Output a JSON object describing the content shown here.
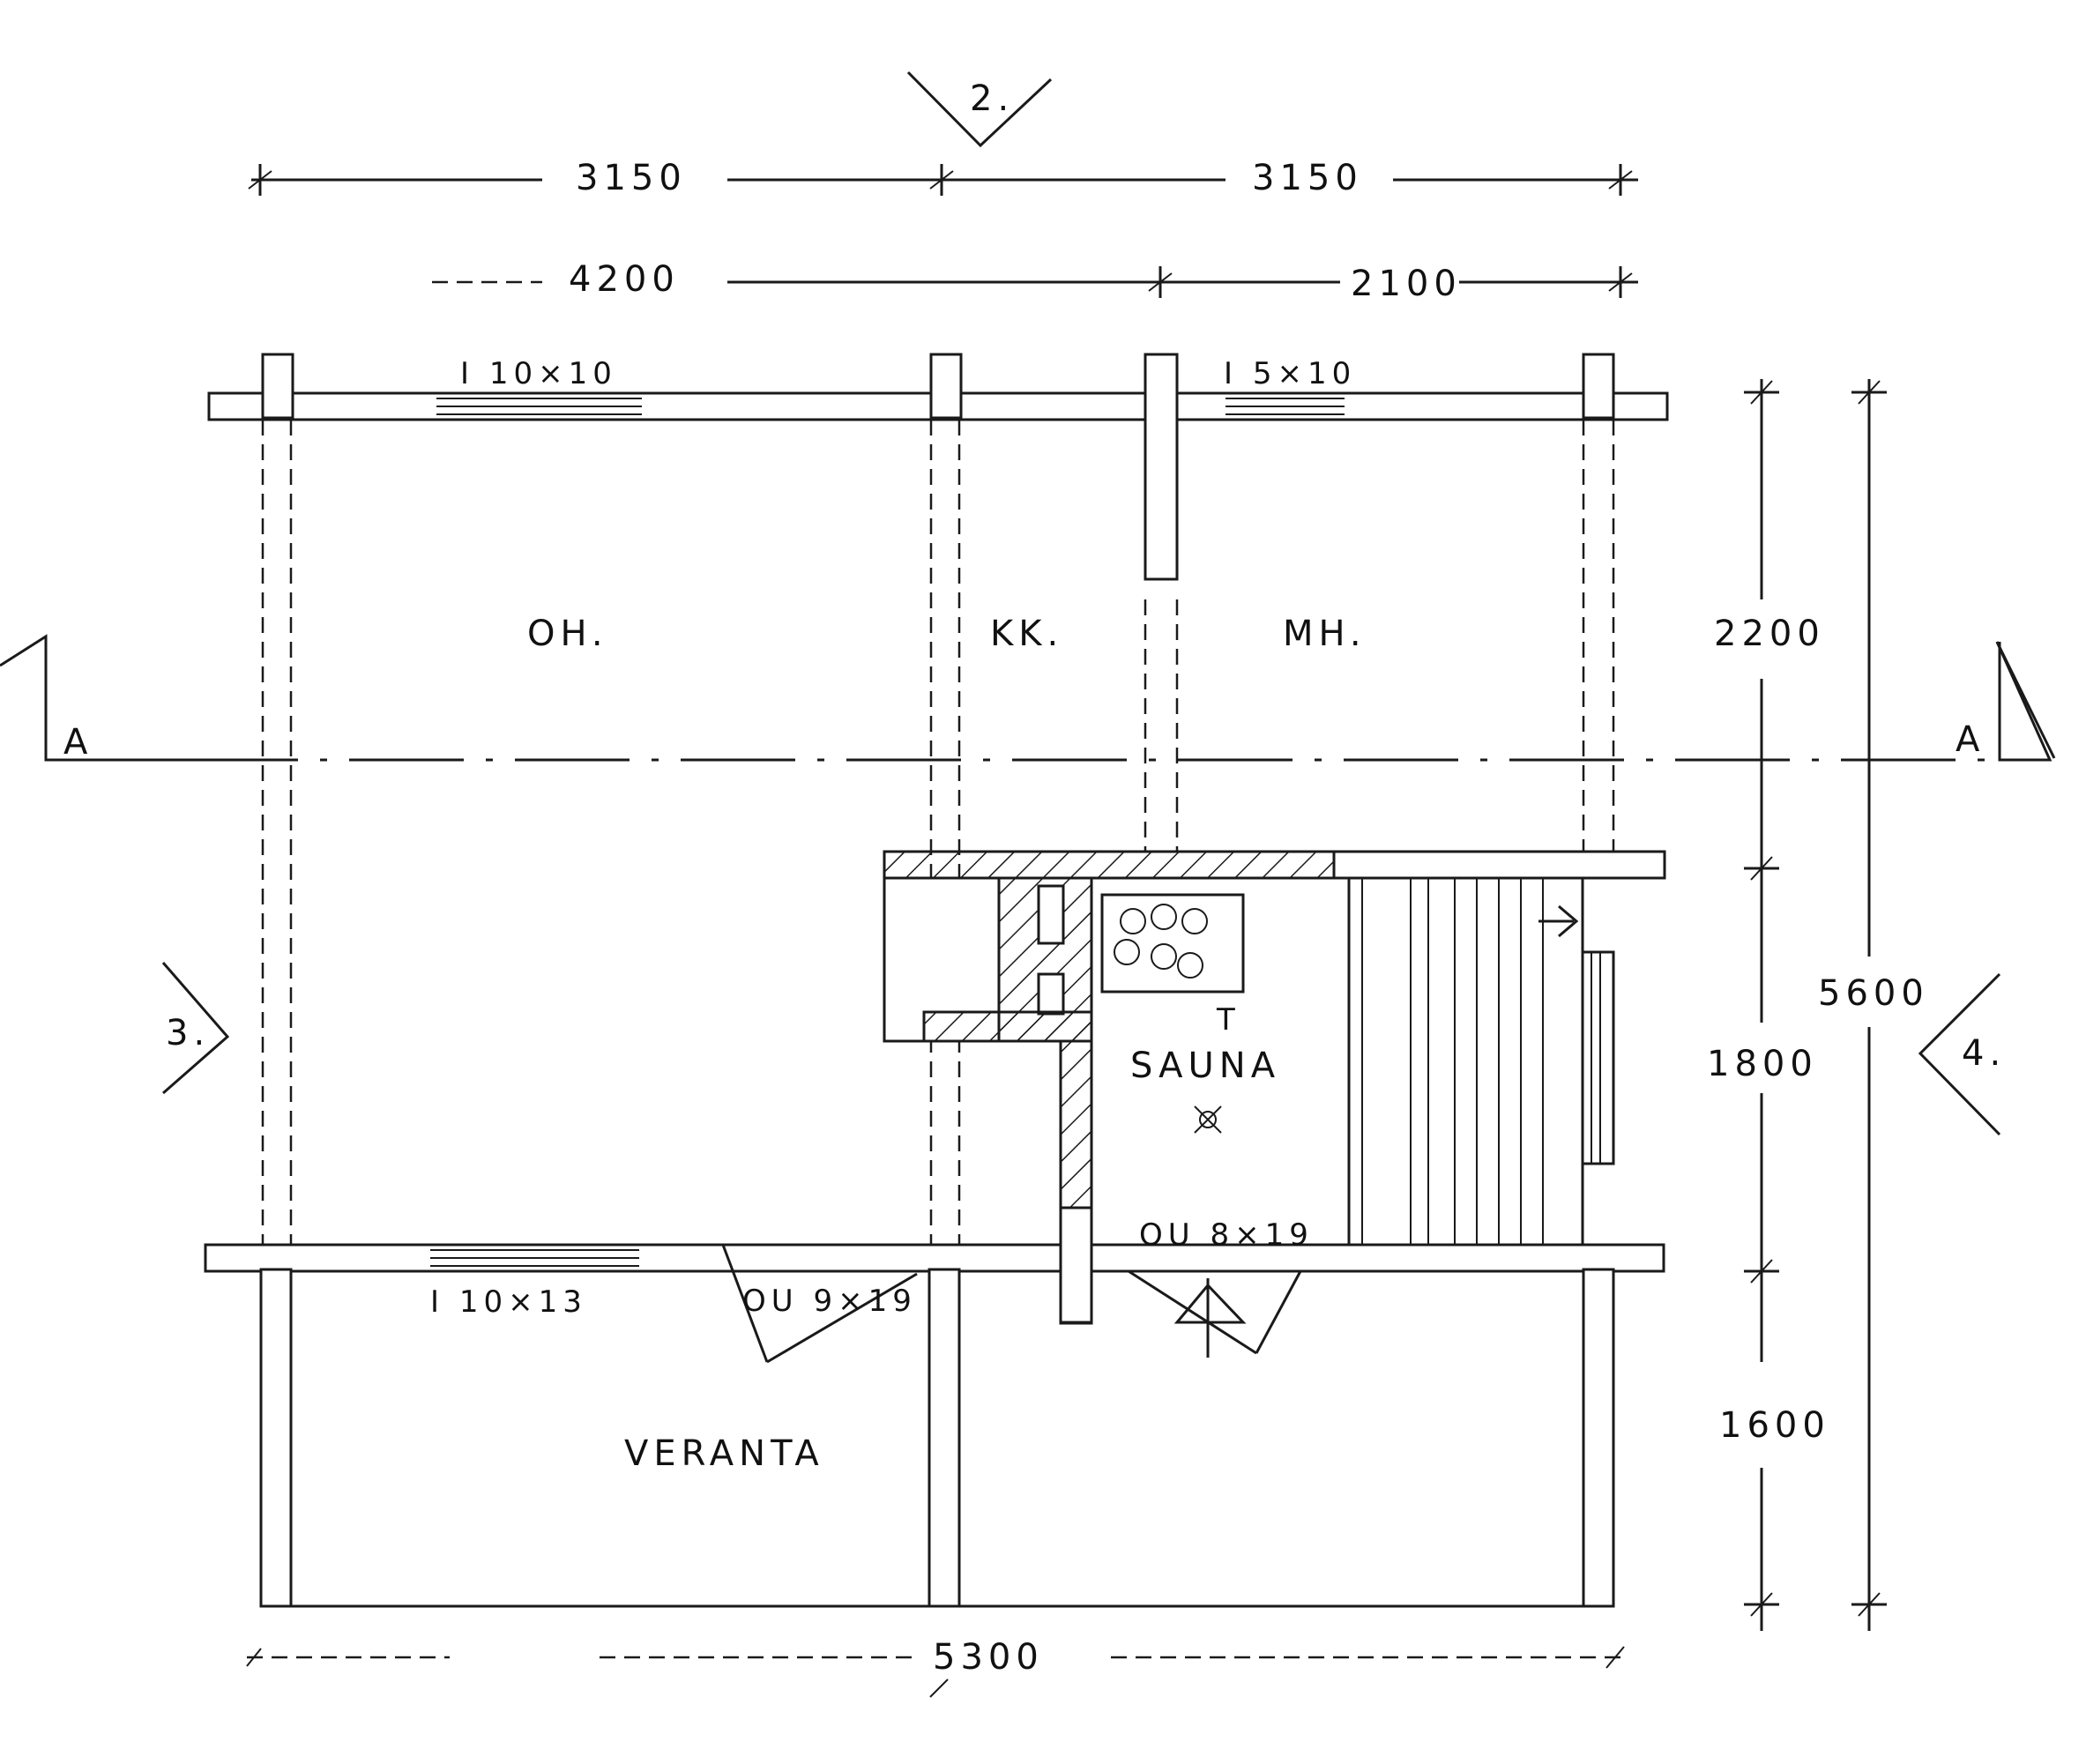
{
  "dimensions": {
    "top_left": "3150",
    "top_right": "3150",
    "mid_left": "4200",
    "mid_right": "2100",
    "right_upper": "2200",
    "right_middle": "1800",
    "right_lower": "1600",
    "right_total": "5600",
    "bottom_total": "5300"
  },
  "rooms": {
    "oh": "OH.",
    "kk": "KK.",
    "mh": "MH.",
    "sauna": "SAUNA",
    "veranta": "VERANTA"
  },
  "openings": {
    "window_top_left": "I 10×10",
    "window_top_right": "I 5×10",
    "window_bottom_left": "I 10×13",
    "door_left": "OU 9×19",
    "door_right": "OU 8×19"
  },
  "section_marks": {
    "top": "2.",
    "left": "3.",
    "right": "4.",
    "cut_left": "A",
    "cut_right": "A"
  },
  "fixtures": {
    "stove_tag": "T"
  }
}
